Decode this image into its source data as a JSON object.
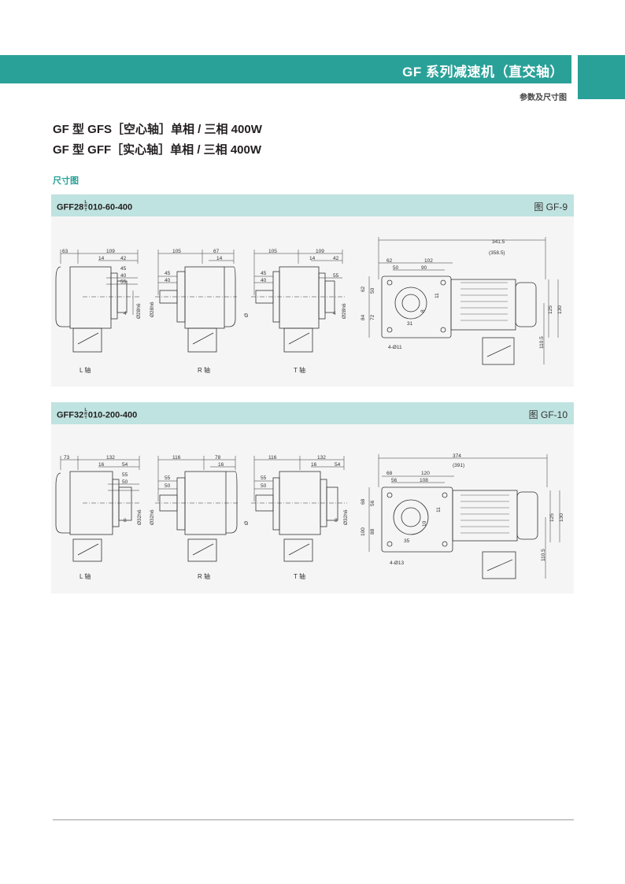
{
  "header": {
    "title": "GF 系列减速机（直交轴）",
    "subtitle": "参数及尺寸图"
  },
  "models": {
    "line1": "GF 型 GFS［空心轴］单相 / 三相 400W",
    "line2": "GF 型 GFF［实心轴］单相 / 三相 400W"
  },
  "section_label": "尺寸图",
  "panels": [
    {
      "model_prefix": "GFF28",
      "model_stack": [
        "L",
        "R",
        "T"
      ],
      "model_suffix": "010-60-400",
      "figure_label": "图 GF-9",
      "shaft_labels": [
        "L 轴",
        "R 轴",
        "T 轴"
      ],
      "dims": {
        "L_top": [
          "63",
          "109",
          "14",
          "42",
          "45",
          "40",
          "55",
          "4"
        ],
        "L_dia": "Ø28h6",
        "R_top": [
          "105",
          "67",
          "14",
          "45",
          "40"
        ],
        "R_dia": "Ø28h6",
        "T_top": [
          "105",
          "109",
          "14",
          "42",
          "45",
          "40",
          "55",
          "4"
        ],
        "T_dia": "Ø28h6",
        "F": [
          "341.5",
          "(358.5)",
          "62",
          "102",
          "50",
          "90",
          "62",
          "50",
          "72",
          "84",
          "11",
          "8",
          "31",
          "125",
          "130",
          "110.5",
          "4-Ø11"
        ]
      }
    },
    {
      "model_prefix": "GFF32",
      "model_stack": [
        "L",
        "R",
        "T"
      ],
      "model_suffix": "010-200-400",
      "figure_label": "图 GF-10",
      "shaft_labels": [
        "L 轴",
        "R 轴",
        "T 轴"
      ],
      "dims": {
        "L_top": [
          "73",
          "132",
          "16",
          "54",
          "55",
          "50",
          "8"
        ],
        "L_dia": "Ø32h6",
        "R_top": [
          "116",
          "78",
          "16",
          "55",
          "50"
        ],
        "R_dia": "Ø32h6",
        "T_top": [
          "116",
          "132",
          "16",
          "54",
          "55",
          "50",
          "8"
        ],
        "T_dia": "Ø32h6",
        "F": [
          "374",
          "(391)",
          "68",
          "120",
          "56",
          "108",
          "68",
          "56",
          "88",
          "100",
          "11",
          "10",
          "35",
          "125",
          "130",
          "110.5",
          "4-Ø13"
        ]
      }
    }
  ],
  "colors": {
    "accent": "#2aa198",
    "panel_header": "#bfe3e0",
    "panel_bg": "#f5f5f5"
  }
}
